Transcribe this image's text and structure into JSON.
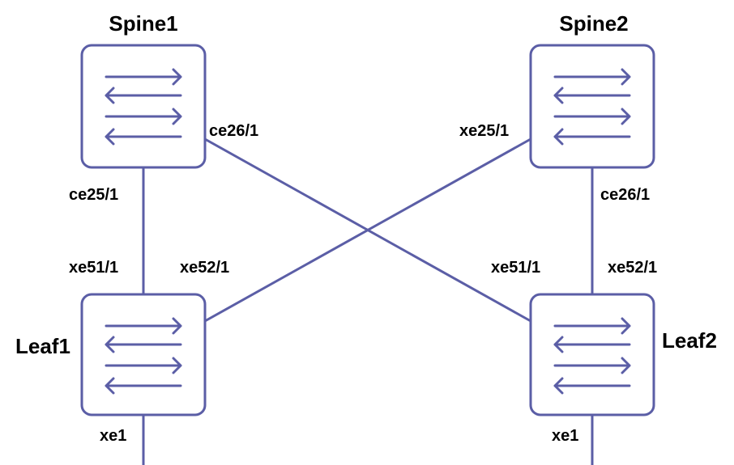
{
  "colors": {
    "accent": "#5b5ea6",
    "text": "#000000",
    "background": "#ffffff"
  },
  "nodes": {
    "spine1": {
      "label": "Spine1",
      "icon": "switch-icon"
    },
    "spine2": {
      "label": "Spine2",
      "icon": "switch-icon"
    },
    "leaf1": {
      "label": "Leaf1",
      "icon": "switch-icon"
    },
    "leaf2": {
      "label": "Leaf2",
      "icon": "switch-icon"
    }
  },
  "ports": {
    "spine1_down": "ce25/1",
    "spine1_cross": "ce26/1",
    "spine2_cross": "xe25/1",
    "spine2_down": "ce26/1",
    "leaf1_up": "xe51/1",
    "leaf1_cross": "xe52/1",
    "leaf2_cross": "xe51/1",
    "leaf2_up": "xe52/1",
    "leaf1_host": "xe1",
    "leaf2_host": "xe1"
  }
}
